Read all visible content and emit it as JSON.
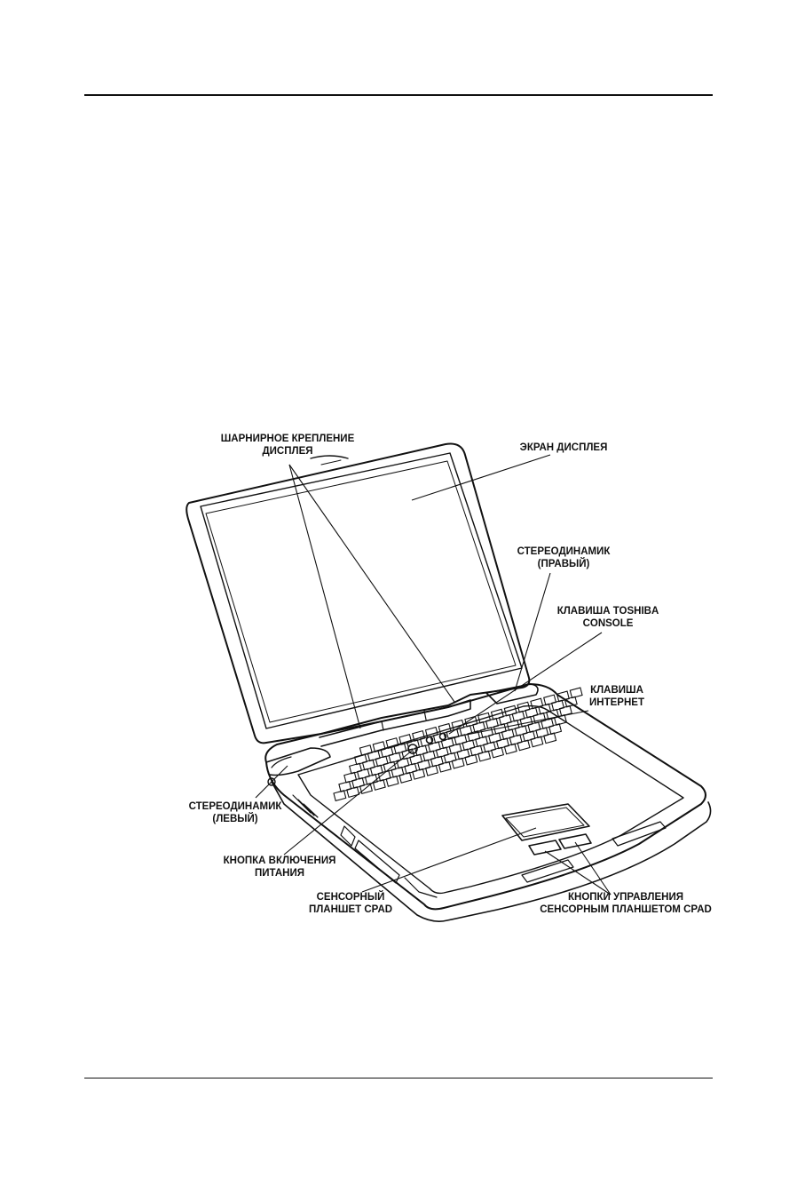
{
  "figure": {
    "labels": {
      "hinge": [
        "ШАРНИРНОЕ КРЕПЛЕНИЕ",
        "ДИСПЛЕЯ"
      ],
      "screen": [
        "ЭКРАН ДИСПЛЕЯ"
      ],
      "speaker_right": [
        "СТЕРЕОДИНАМИК",
        "(ПРАВЫЙ)"
      ],
      "console_key": [
        "КЛАВИША TOSHIBA",
        "CONSOLE"
      ],
      "internet_key": [
        "КЛАВИША",
        "ИНТЕРНЕТ"
      ],
      "speaker_left": [
        "СТЕРЕОДИНАМИК",
        "(ЛЕВЫЙ)"
      ],
      "power_button": [
        "КНОПКА ВКЛЮЧЕНИЯ",
        "ПИТАНИЯ"
      ],
      "touchpad": [
        "СЕНСОРНЫЙ",
        "ПЛАНШЕТ CPAD"
      ],
      "touchpad_buttons": [
        "КНОПКИ УПРАВЛЕНИЯ",
        "СЕНСОРНЫМ ПЛАНШЕТОМ CPAD"
      ]
    }
  }
}
